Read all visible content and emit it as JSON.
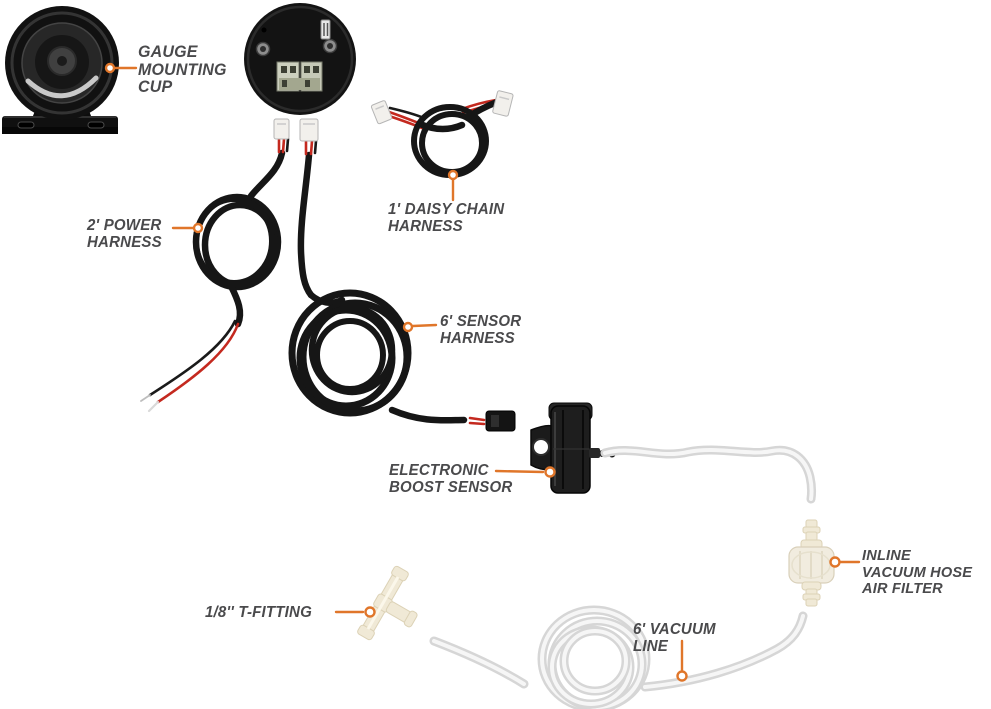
{
  "title": "Gauge installation kit parts diagram",
  "colors": {
    "accent": "#e0762a",
    "label": "#4a4a4c",
    "background": "#ffffff"
  },
  "labels": {
    "gauge_mounting_cup": {
      "line1": "GAUGE",
      "line2": "MOUNTING",
      "line3": "CUP"
    },
    "power_harness": {
      "line1": "2' POWER",
      "line2": "HARNESS"
    },
    "daisy_chain_harness": {
      "line1": "1' DAISY CHAIN",
      "line2": "HARNESS"
    },
    "sensor_harness": {
      "line1": "6' SENSOR",
      "line2": "HARNESS"
    },
    "boost_sensor": {
      "line1": "ELECTRONIC",
      "line2": "BOOST SENSOR"
    },
    "air_filter": {
      "line1": "INLINE",
      "line2": "VACUUM HOSE",
      "line3": "AIR FILTER"
    },
    "t_fitting": {
      "line1": "1/8'' T-FITTING"
    },
    "vacuum_line": {
      "line1": "6' VACUUM",
      "line2": "LINE"
    }
  },
  "parts": [
    "gauge mounting cup",
    "gauge back",
    "2 ft power harness",
    "1 ft daisy chain harness",
    "6 ft sensor harness",
    "electronic boost sensor",
    "inline vacuum hose air filter",
    "1/8 inch t-fitting",
    "6 ft vacuum line"
  ]
}
